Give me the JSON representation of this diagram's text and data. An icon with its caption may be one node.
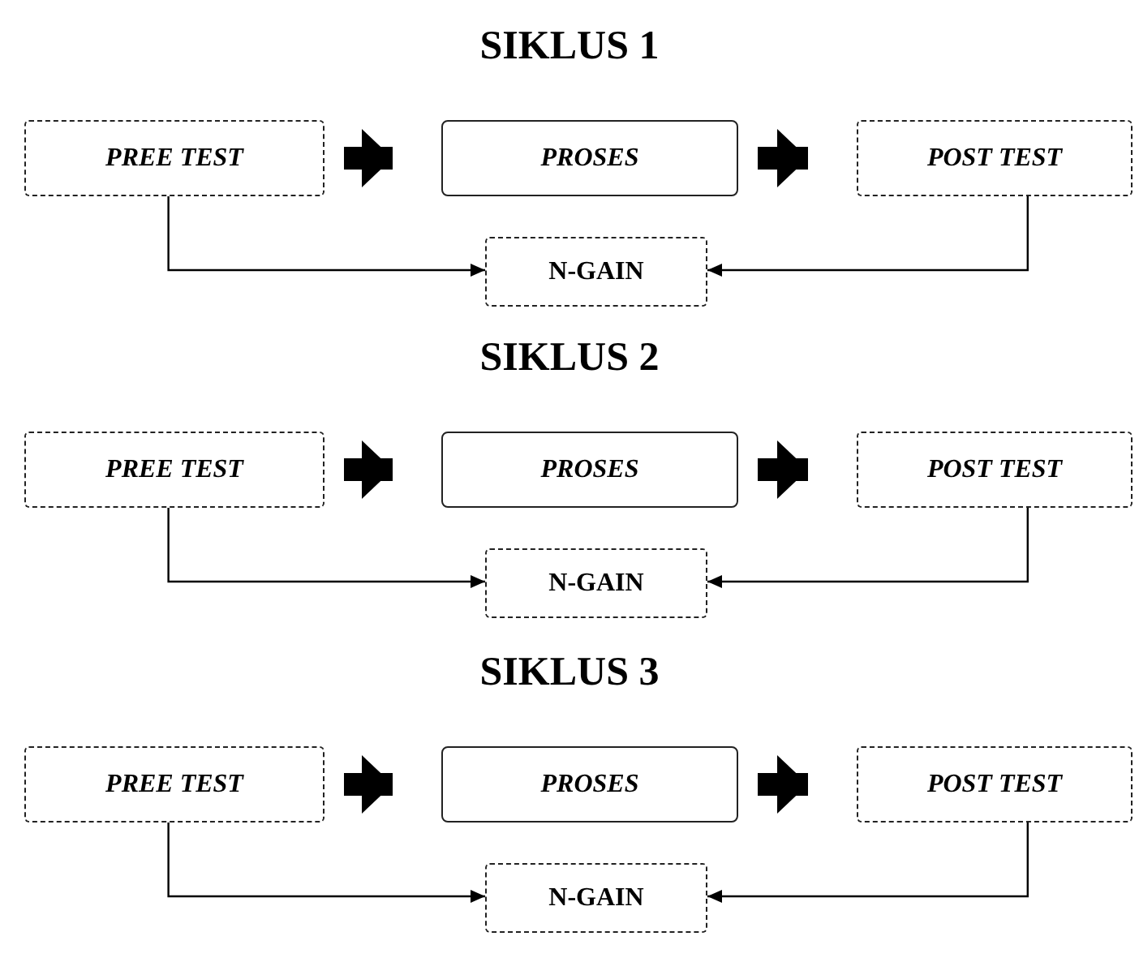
{
  "diagram": {
    "nodes": [
      {
        "text": [
          "PREE TEST"
        ]
      },
      {
        "text": [
          "PROSES"
        ]
      },
      {
        "text": [
          "POST TEST"
        ]
      },
      {
        "text": [
          "N-GAIN"
        ]
      },
      {
        "text": [
          "PREE TEST"
        ]
      },
      {
        "text": [
          "PROSES"
        ]
      },
      {
        "text": [
          "POST TEST"
        ]
      },
      {
        "text": [
          "N-GAIN"
        ]
      },
      {
        "text": [
          "PREE TEST"
        ]
      },
      {
        "text": [
          "PROSES"
        ]
      },
      {
        "text": [
          "POST TEST"
        ]
      },
      {
        "text": [
          "N-GAIN"
        ]
      }
    ],
    "edges": [
      {
        "from": 0,
        "to": 1,
        "arrow": "to",
        "style": "thick"
      },
      {
        "from": 1,
        "to": 2,
        "arrow": "to",
        "style": "thick"
      },
      {
        "from": 0,
        "to": 3,
        "arrow": "to"
      },
      {
        "from": 2,
        "to": 3,
        "arrow": "to"
      },
      {
        "from": 4,
        "to": 5,
        "arrow": "to",
        "style": "thick"
      },
      {
        "from": 5,
        "to": 6,
        "arrow": "to",
        "style": "thick"
      },
      {
        "from": 4,
        "to": 7,
        "arrow": "to"
      },
      {
        "from": 6,
        "to": 7,
        "arrow": "to"
      },
      {
        "from": 8,
        "to": 9,
        "arrow": "to",
        "style": "thick"
      },
      {
        "from": 9,
        "to": 10,
        "arrow": "to",
        "style": "thick"
      },
      {
        "from": 8,
        "to": 11,
        "arrow": "to"
      },
      {
        "from": 10,
        "to": 11,
        "arrow": "to"
      }
    ],
    "labels": [
      "SIKLUS 1",
      "SIKLUS 2",
      "SIKLUS 3"
    ]
  }
}
